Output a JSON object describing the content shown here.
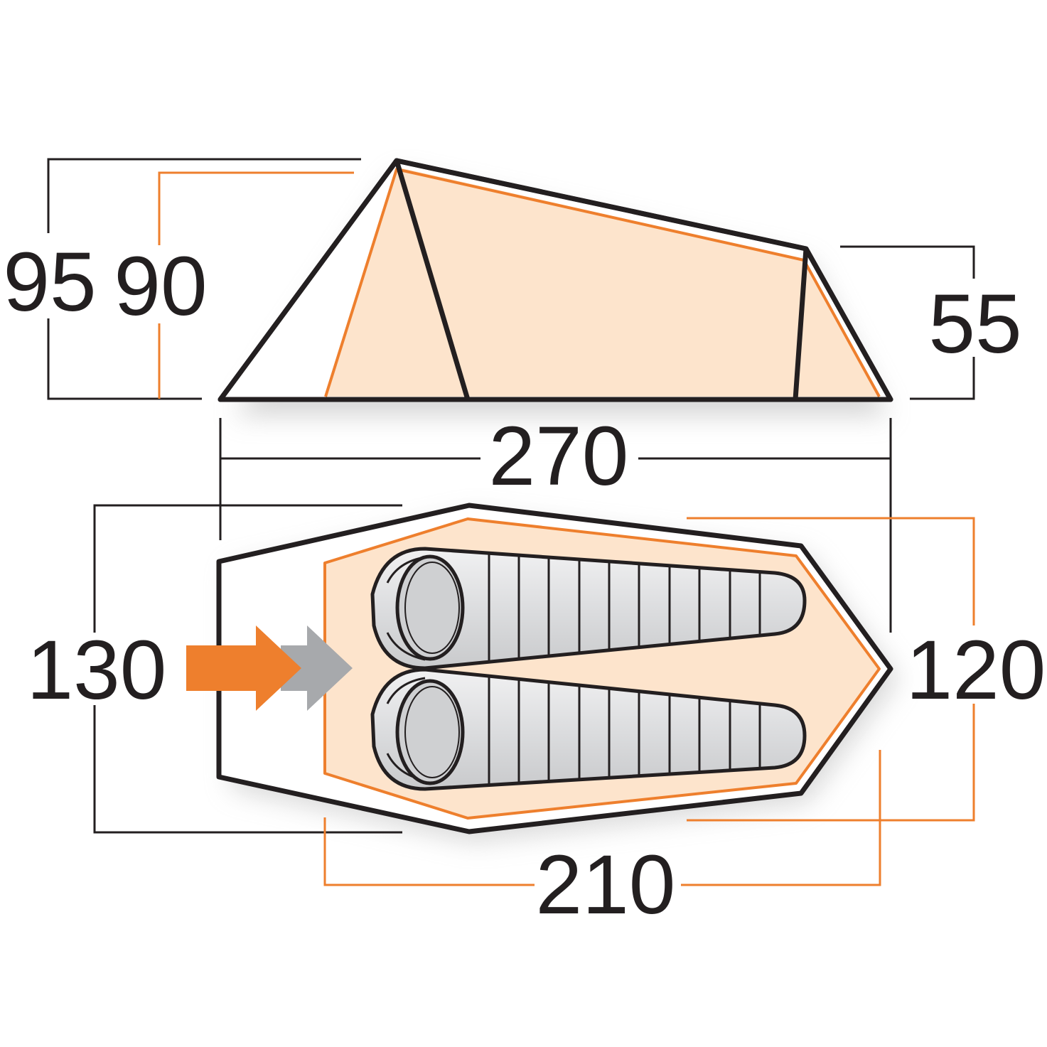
{
  "colors": {
    "outline": "#231f20",
    "accent": "#ee7f2d",
    "fill_inner": "#fde4cc",
    "bag_fill": "#d9dadb",
    "bag_light": "#eeeeef",
    "arrow_gray": "#a7a9ac",
    "shadow": "#9c9c9c"
  },
  "side_view": {
    "outer_height_label": "95",
    "inner_height_label": "90",
    "rear_height_label": "55",
    "length_label": "270"
  },
  "floor_plan": {
    "outer_width_label": "130",
    "inner_width_label": "120",
    "inner_length_label": "210",
    "entrance_arrows": [
      "orange-arrow-icon",
      "gray-arrow-icon"
    ],
    "sleeping_bags": 2
  }
}
